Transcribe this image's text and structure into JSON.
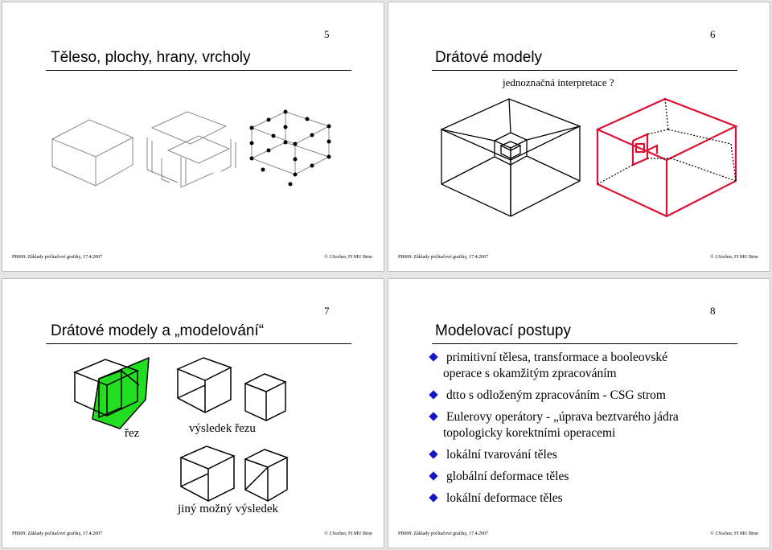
{
  "slides": [
    {
      "number": "5",
      "title": "Těleso, plochy, hrany, vrcholy",
      "footer_left": "PB009: Základy počítačové grafiky, 17.4.2007",
      "footer_right": "© J.Sochor, FI MU Brno"
    },
    {
      "number": "6",
      "title": "Drátové modely",
      "subtitle": "jednoznačná interpretace ?",
      "footer_left": "PB009: Základy počítačové grafiky, 17.4.2007",
      "footer_right": "© J.Sochor, FI MU Brno"
    },
    {
      "number": "7",
      "title": "Drátové modely a „modelování“",
      "label_cut": "řez",
      "label_result": "výsledek řezu",
      "label_other": "jiný možný výsledek",
      "footer_left": "PB009: Základy počítačové grafiky, 17.4.2007",
      "footer_right": "© J.Sochor, FI MU Brno",
      "colors": {
        "cut_fill": "#22dd22"
      }
    },
    {
      "number": "8",
      "title": "Modelovací postupy",
      "bullets": [
        {
          "line1": "primitivní tělesa, transformace a booleovské",
          "line2": "operace s okamžitým zpracováním"
        },
        {
          "line1": "dtto s odloženým zpracováním - CSG strom"
        },
        {
          "line1": "Eulerovy operátory - „úprava beztvarého jádra",
          "line2": "topologicky korektními operacemi"
        },
        {
          "line1": "lokální tvarování těles"
        },
        {
          "line1": "globální deformace těles"
        },
        {
          "line1": "lokální deformace těles"
        }
      ],
      "footer_left": "PB009: Základy počítačové grafiky, 17.4.2007",
      "footer_right": "© J.Sochor, FI MU Brno",
      "colors": {
        "bullet": "#1616c8"
      }
    }
  ],
  "colors": {
    "red_model": "#dd1133"
  }
}
